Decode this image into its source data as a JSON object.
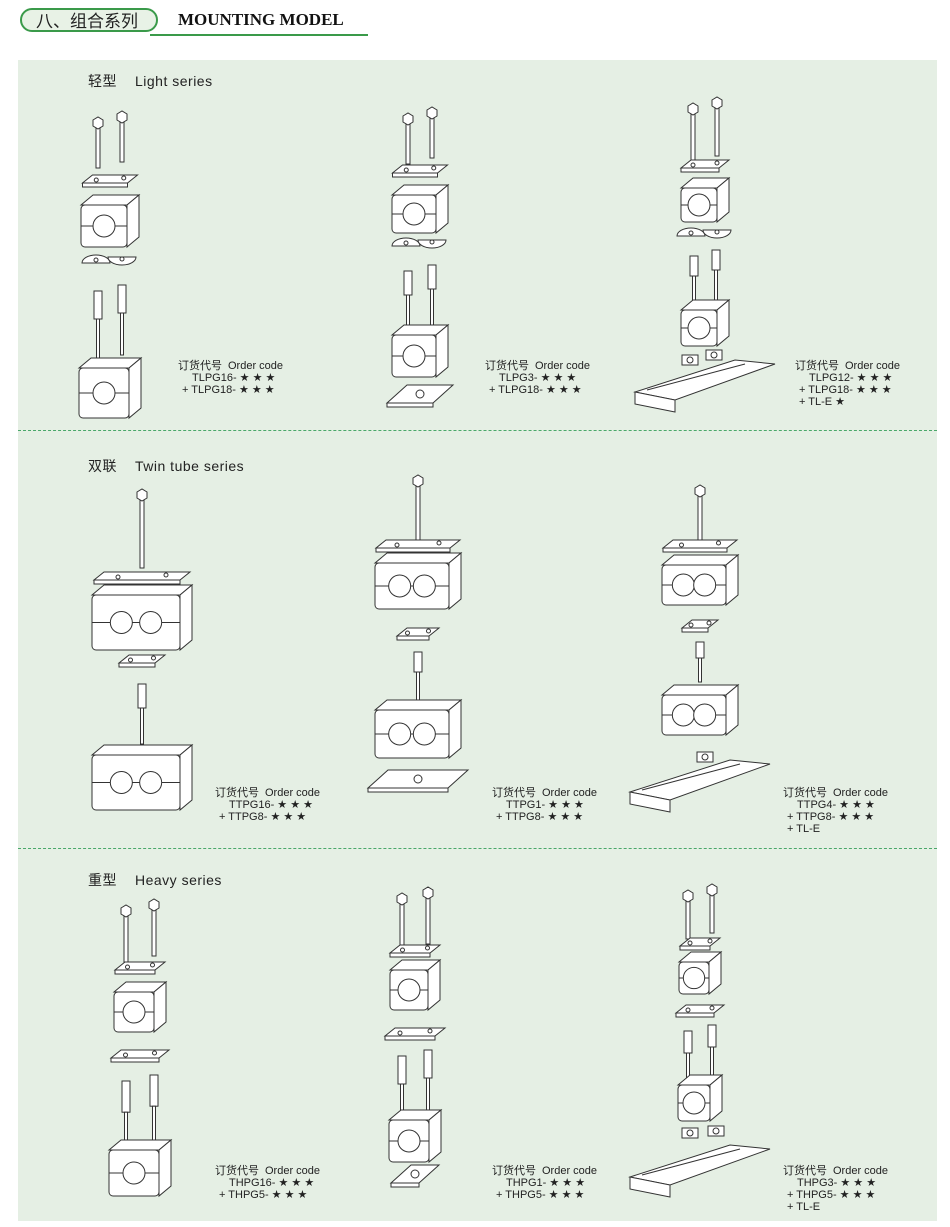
{
  "header": {
    "title_cn": "八、组合系列",
    "title_en": "MOUNTING MODEL"
  },
  "order_label_cn": "订货代号",
  "order_label_en": "Order code",
  "sections": [
    {
      "title_cn": "轻型",
      "title_en": "Light series",
      "items": [
        {
          "lines": [
            "TLPG16- ★ ★ ★",
            "+ TLPG18- ★ ★ ★"
          ]
        },
        {
          "lines": [
            "TLPG3- ★ ★ ★",
            "+ TLPG18- ★ ★ ★"
          ]
        },
        {
          "lines": [
            "TLPG12- ★ ★ ★",
            "+ TLPG18- ★ ★ ★",
            "+ TL-E ★"
          ]
        }
      ]
    },
    {
      "title_cn": "双联",
      "title_en": "Twin tube series",
      "items": [
        {
          "lines": [
            "TTPG16- ★ ★ ★",
            "+ TTPG8- ★ ★ ★"
          ]
        },
        {
          "lines": [
            "TTPG1- ★ ★ ★",
            "+ TTPG8- ★ ★ ★"
          ]
        },
        {
          "lines": [
            "TTPG4- ★ ★ ★",
            "+ TTPG8- ★ ★ ★",
            "+ TL-E"
          ]
        }
      ]
    },
    {
      "title_cn": "重型",
      "title_en": "Heavy series",
      "items": [
        {
          "lines": [
            "THPG16- ★ ★ ★",
            "+ THPG5- ★ ★ ★"
          ]
        },
        {
          "lines": [
            "THPG1- ★ ★ ★",
            "+ THPG5- ★ ★ ★"
          ]
        },
        {
          "lines": [
            "THPG3- ★ ★ ★",
            "+ THPG5- ★ ★ ★",
            "+ TL-E"
          ]
        }
      ]
    }
  ]
}
